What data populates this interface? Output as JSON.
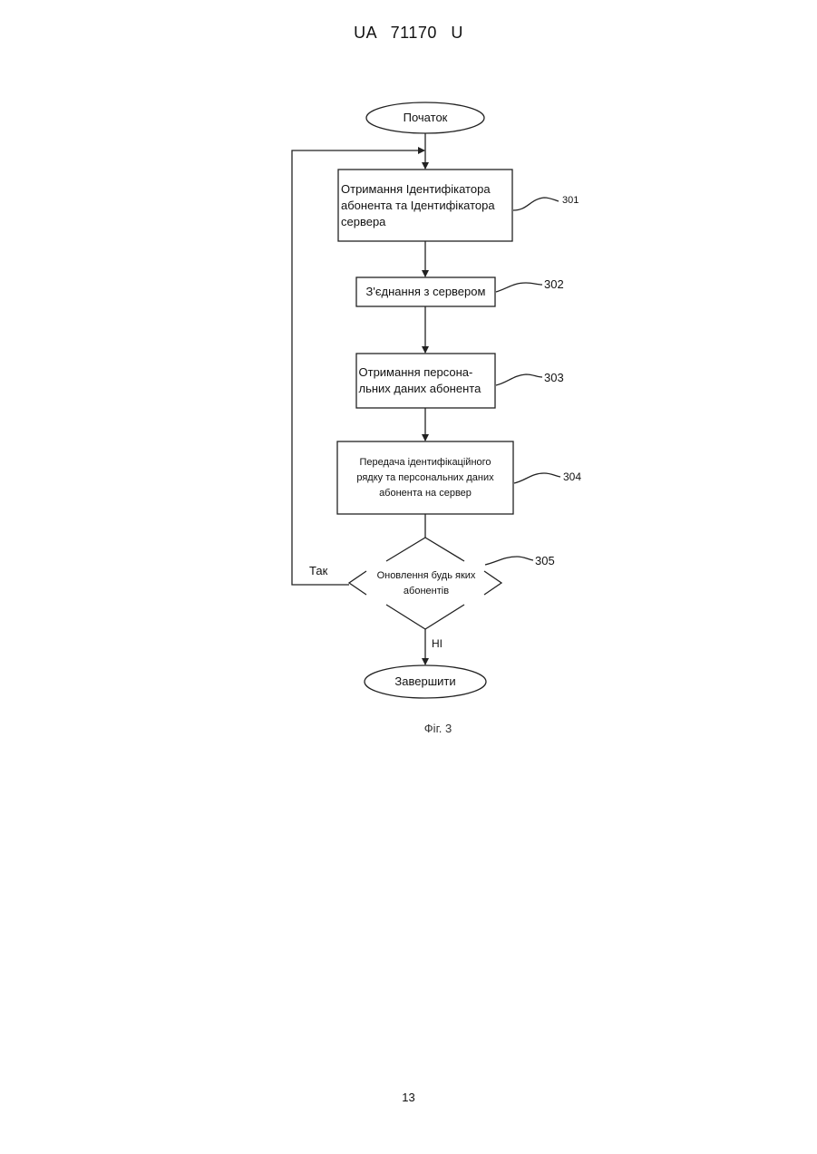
{
  "header": {
    "doc_number": "UA   71170   U"
  },
  "diagram": {
    "start": "Початок",
    "step_301": {
      "lines": [
        "Отримання Ідентифікатора",
        "абонента та Ідентифікатора",
        "сервера"
      ]
    },
    "step_302": "З'єднання з сервером",
    "step_303": {
      "lines": [
        "Отримання персона-",
        "льних даних абонента"
      ]
    },
    "step_304": {
      "lines": [
        "Передача ідентифікаційного",
        "рядку та персональних даних",
        "абонента на сервер"
      ]
    },
    "decision_305": {
      "lines": [
        "Оновлення будь яких",
        "абонентів"
      ]
    },
    "yes_label": "Так",
    "no_label": "НІ",
    "end": "Завершити",
    "refs": {
      "r301": "301",
      "r302": "302",
      "r303": "303",
      "r304": "304",
      "r305": "305"
    }
  },
  "caption": "Фіг. 3",
  "footer": {
    "page_number": "13"
  }
}
